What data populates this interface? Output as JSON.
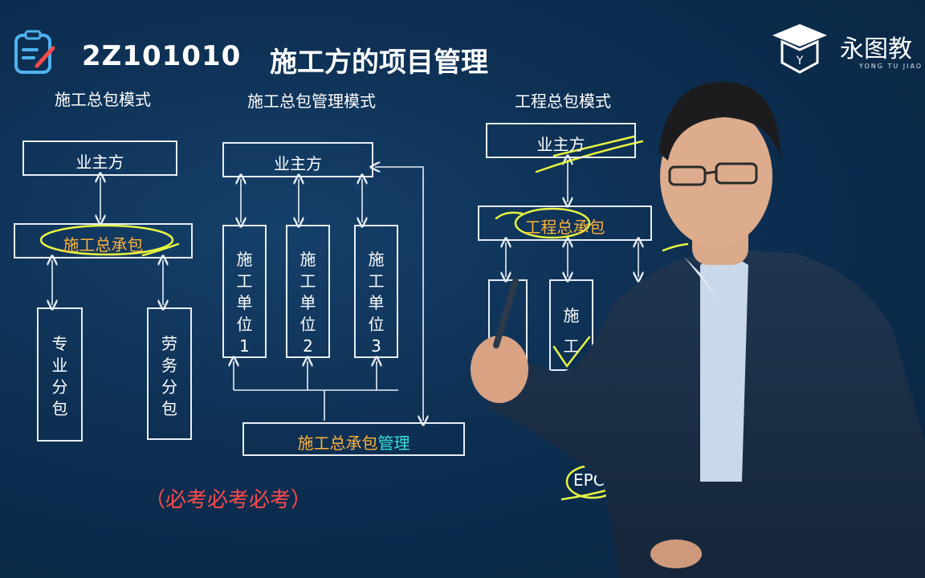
{
  "title": {
    "code": "2Z101010",
    "text": "施工方的项目管理"
  },
  "brand": {
    "name": "永图教",
    "subtitle": "YONG TU JIAO"
  },
  "columns": {
    "left": {
      "heading": "施工总包模式",
      "owner": "业主方",
      "contractor": "施工总承包",
      "sub_specialty": "专业分包",
      "sub_labor": "劳务分包"
    },
    "middle": {
      "heading": "施工总包管理模式",
      "owner": "业主方",
      "unit1": "施工单位1",
      "unit2": "施工单位2",
      "unit3": "施工单位3",
      "mgmt_part1": "施工总承包",
      "mgmt_part2": "管理"
    },
    "right": {
      "heading": "工程总包模式",
      "owner": "业主方",
      "contractor": "工程总承包",
      "construction": "施工",
      "epc": "EPC"
    }
  },
  "note": "（必考必考必考）",
  "colors": {
    "background": "#0d2f52",
    "highlight": "#ffb43a",
    "accent": "#39e0d6",
    "annotation": "#e8f542",
    "note": "#ff4b4b"
  }
}
